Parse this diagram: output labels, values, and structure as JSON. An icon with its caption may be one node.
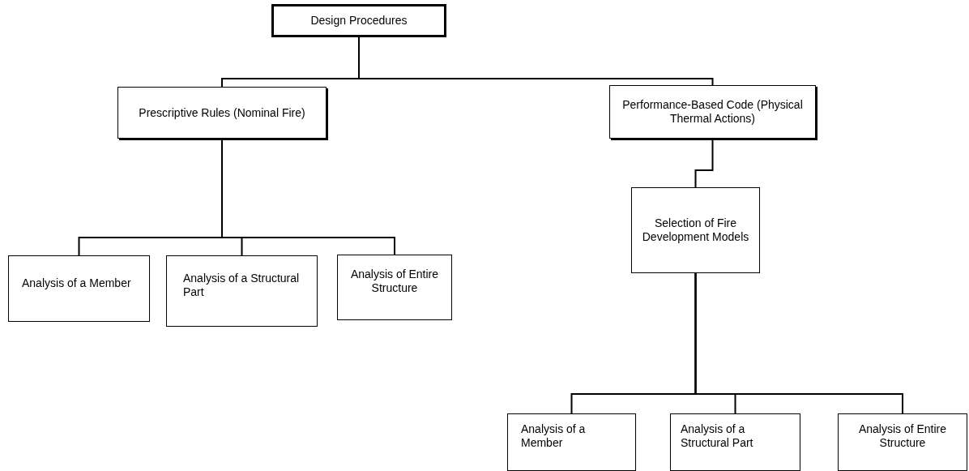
{
  "diagram": {
    "nodes": [
      {
        "text": [
          "Design Procedures"
        ]
      },
      {
        "text": [
          "Prescriptive Rules (Nominal Fire)"
        ]
      },
      {
        "text": [
          "Performance-Based Code (Physical Thermal Actions)"
        ]
      },
      {
        "text": [
          "Analysis of a Member"
        ]
      },
      {
        "text": [
          "Analysis of a Structural Part"
        ]
      },
      {
        "text": [
          "Analysis of Entire Structure"
        ]
      },
      {
        "text": [
          "Selection of Fire Development Models"
        ]
      },
      {
        "text": [
          "Analysis of a Member"
        ]
      },
      {
        "text": [
          "Analysis of a Structural Part"
        ]
      },
      {
        "text": [
          "Analysis of Entire Structure"
        ]
      }
    ],
    "edges": [
      {
        "from": 0,
        "to": 1,
        "arrow": "none"
      },
      {
        "from": 0,
        "to": 2,
        "arrow": "none"
      },
      {
        "from": 1,
        "to": 3,
        "arrow": "none"
      },
      {
        "from": 1,
        "to": 4,
        "arrow": "none"
      },
      {
        "from": 1,
        "to": 5,
        "arrow": "none"
      },
      {
        "from": 2,
        "to": 6,
        "arrow": "none"
      },
      {
        "from": 6,
        "to": 7,
        "arrow": "none"
      },
      {
        "from": 6,
        "to": 8,
        "arrow": "none"
      },
      {
        "from": 6,
        "to": 9,
        "arrow": "none"
      }
    ]
  }
}
